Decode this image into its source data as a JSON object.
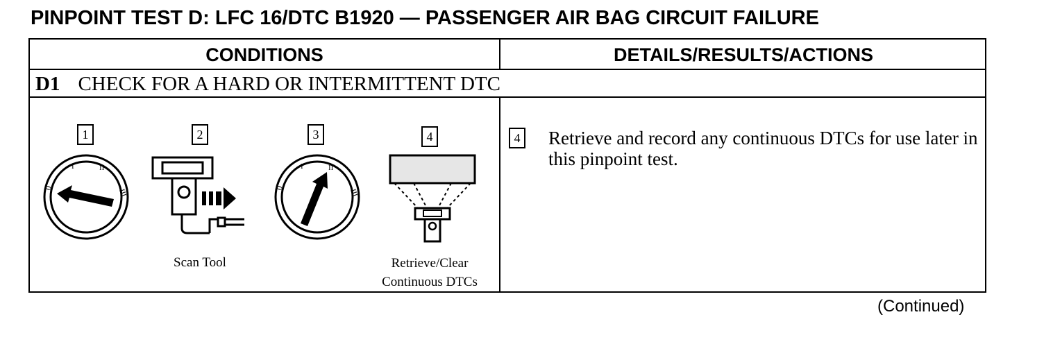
{
  "page": {
    "title": "PINPOINT TEST D:  LFC 16/DTC B1920 — PASSENGER AIR BAG CIRCUIT FAILURE",
    "continued": "(Continued)"
  },
  "table": {
    "conditions_header": "CONDITIONS",
    "details_header": "DETAILS/RESULTS/ACTIONS",
    "step": {
      "id": "D1",
      "label": "CHECK FOR A HARD OR INTERMITTENT DTC"
    },
    "illustrations": [
      {
        "number": "1",
        "icon": "ignition-key-off-icon",
        "caption": ""
      },
      {
        "number": "2",
        "icon": "scan-tool-connect-icon",
        "caption": "Scan Tool"
      },
      {
        "number": "3",
        "icon": "ignition-key-run-icon",
        "caption": ""
      },
      {
        "number": "4",
        "icon": "retrieve-clear-dtc-icon",
        "caption_line1": "Retrieve/Clear",
        "caption_line2": "Continuous DTCs"
      }
    ],
    "action": {
      "number": "4",
      "text": "Retrieve and record any continuous DTCs for use later in this pinpoint test."
    }
  }
}
